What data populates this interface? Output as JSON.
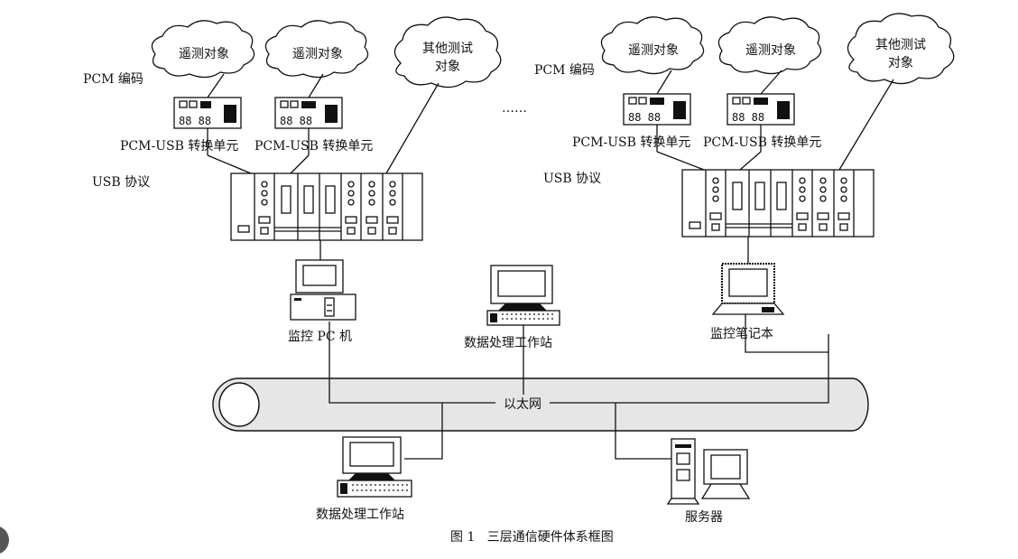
{
  "diagram": {
    "left_group": {
      "pcm_label": "PCM 编码",
      "usb_label": "USB 协议",
      "clouds": [
        "遥测对象",
        "遥测对象",
        "其他测试",
        "对象"
      ],
      "converters": [
        "PCM-USB 转换单元",
        "PCM-USB 转换单元"
      ],
      "pc_label": "监控 PC 机"
    },
    "ellipsis": "……",
    "right_group": {
      "pcm_label": "PCM 编码",
      "usb_label": "USB 协议",
      "clouds": [
        "遥测对象",
        "遥测对象",
        "其他测试",
        "对象"
      ],
      "converters": [
        "PCM-USB 转换单元",
        "PCM-USB 转换单元"
      ],
      "laptop_label": "监控笔记本"
    },
    "center_workstation_label": "数据处理工作站",
    "ethernet_label": "以太网",
    "bottom_workstation_label": "数据处理工作站",
    "server_label": "服务器",
    "caption": "图 1   三层通信硬件体系框图"
  }
}
